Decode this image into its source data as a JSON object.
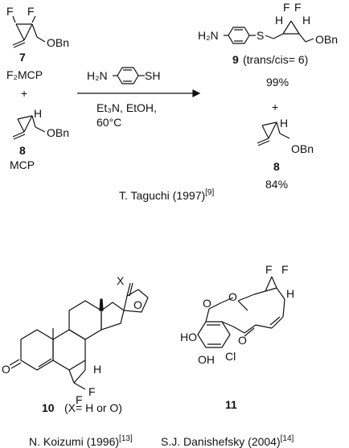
{
  "top_scheme": {
    "cmpd7": {
      "F1": "F",
      "F2": "F",
      "obn": "OBn",
      "number": "7",
      "name": "F₂MCP"
    },
    "plus1": "+",
    "cmpd8_left": {
      "H": "H",
      "obn": "OBn",
      "number": "8",
      "name": "MCP"
    },
    "reagent": {
      "h2n": "H₂N",
      "sh": "SH"
    },
    "conditions_line1": "Et₃N, EtOH,",
    "conditions_line2": "60°C",
    "product9": {
      "h2n": "H₂N",
      "S": "S",
      "H1": "H",
      "F1": "F",
      "F2": "F",
      "H2": "H",
      "obn": "OBn",
      "number": "9",
      "ratio": "(trans/cis= 6)",
      "yield": "99%"
    },
    "plus2": "+",
    "cmpd8_right": {
      "H": "H",
      "obn": "OBn",
      "number": "8",
      "yield": "84%"
    },
    "citation": "T. Taguchi (1997)",
    "citation_ref": "[9]"
  },
  "bottom_left": {
    "X": "X",
    "O_ring": "O",
    "O_ketone": "O",
    "H": "H",
    "F1": "F",
    "F2": "F",
    "number": "10",
    "note": "(X= H or O)",
    "citation": "N. Koizumi (1996)",
    "citation_ref": "[13]"
  },
  "bottom_right": {
    "F1": "F",
    "F2": "F",
    "H": "H",
    "O_lactone": "O",
    "O_ester": "O",
    "HO": "HO",
    "O_ketone": "O",
    "OH": "OH",
    "Cl": "Cl",
    "number": "11",
    "citation": "S.J. Danishefsky (2004)",
    "citation_ref": "[14]"
  }
}
